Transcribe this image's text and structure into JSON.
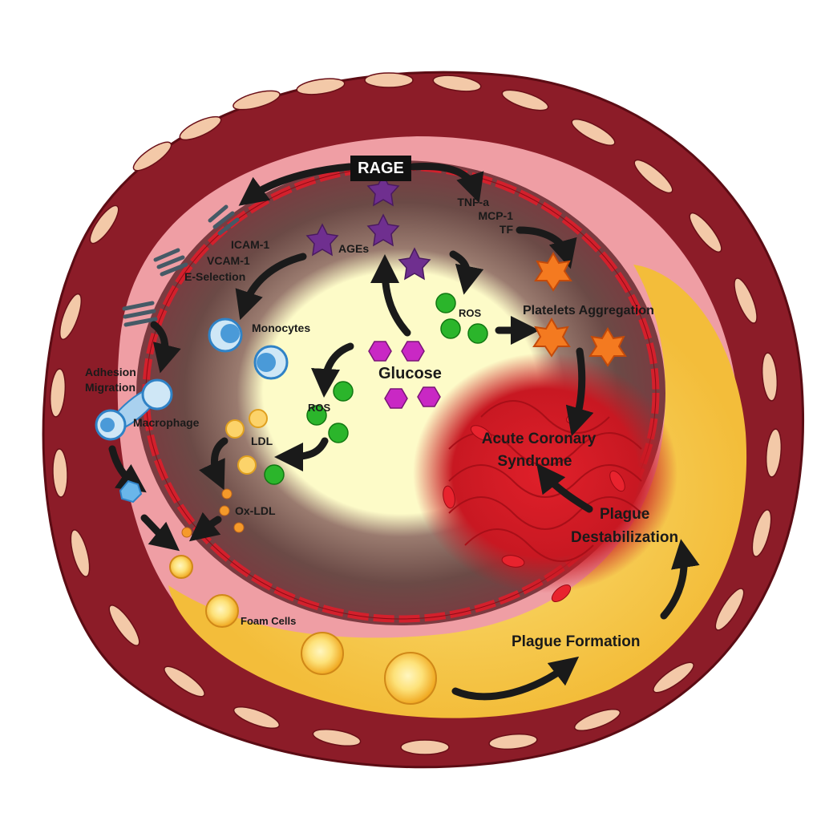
{
  "labels": {
    "rage": "RAGE",
    "tnf": "TNF-a",
    "mcp1": "MCP-1",
    "tf": "TF",
    "icam": "ICAM-1",
    "vcam": "VCAM-1",
    "eselection": "E-Selection",
    "ages": "AGEs",
    "monocytes": "Monocytes",
    "ros_right": "ROS",
    "platelets": "Platelets Aggregation",
    "adhesion": "Adhesion",
    "migration": "Migration",
    "glucose": "Glucose",
    "macrophage": "Macrophage",
    "ros_left": "ROS",
    "ldl": "LDL",
    "acs_line1": "Acute Coronary",
    "acs_line2": "Syndrome",
    "oxldl": "Ox-LDL",
    "destab_line1": "Plague",
    "destab_line2": "Destabilization",
    "foam": "Foam Cells",
    "formation": "Plague Formation"
  },
  "colors": {
    "outer_wall": "#8c1c28",
    "media": "#ef9ea4",
    "lumen_dark": "#6b4a46",
    "lumen_center": "#fdfbc8",
    "endothelium": "#d3202c",
    "plaque": "#f6c94a",
    "ages": "#6f2f8f",
    "glucose": "#c928c4",
    "ros": "#2bb52b",
    "monocyte": "#4a9ad8",
    "platelet": "#f47a20",
    "arrow": "#1a1a1a"
  }
}
